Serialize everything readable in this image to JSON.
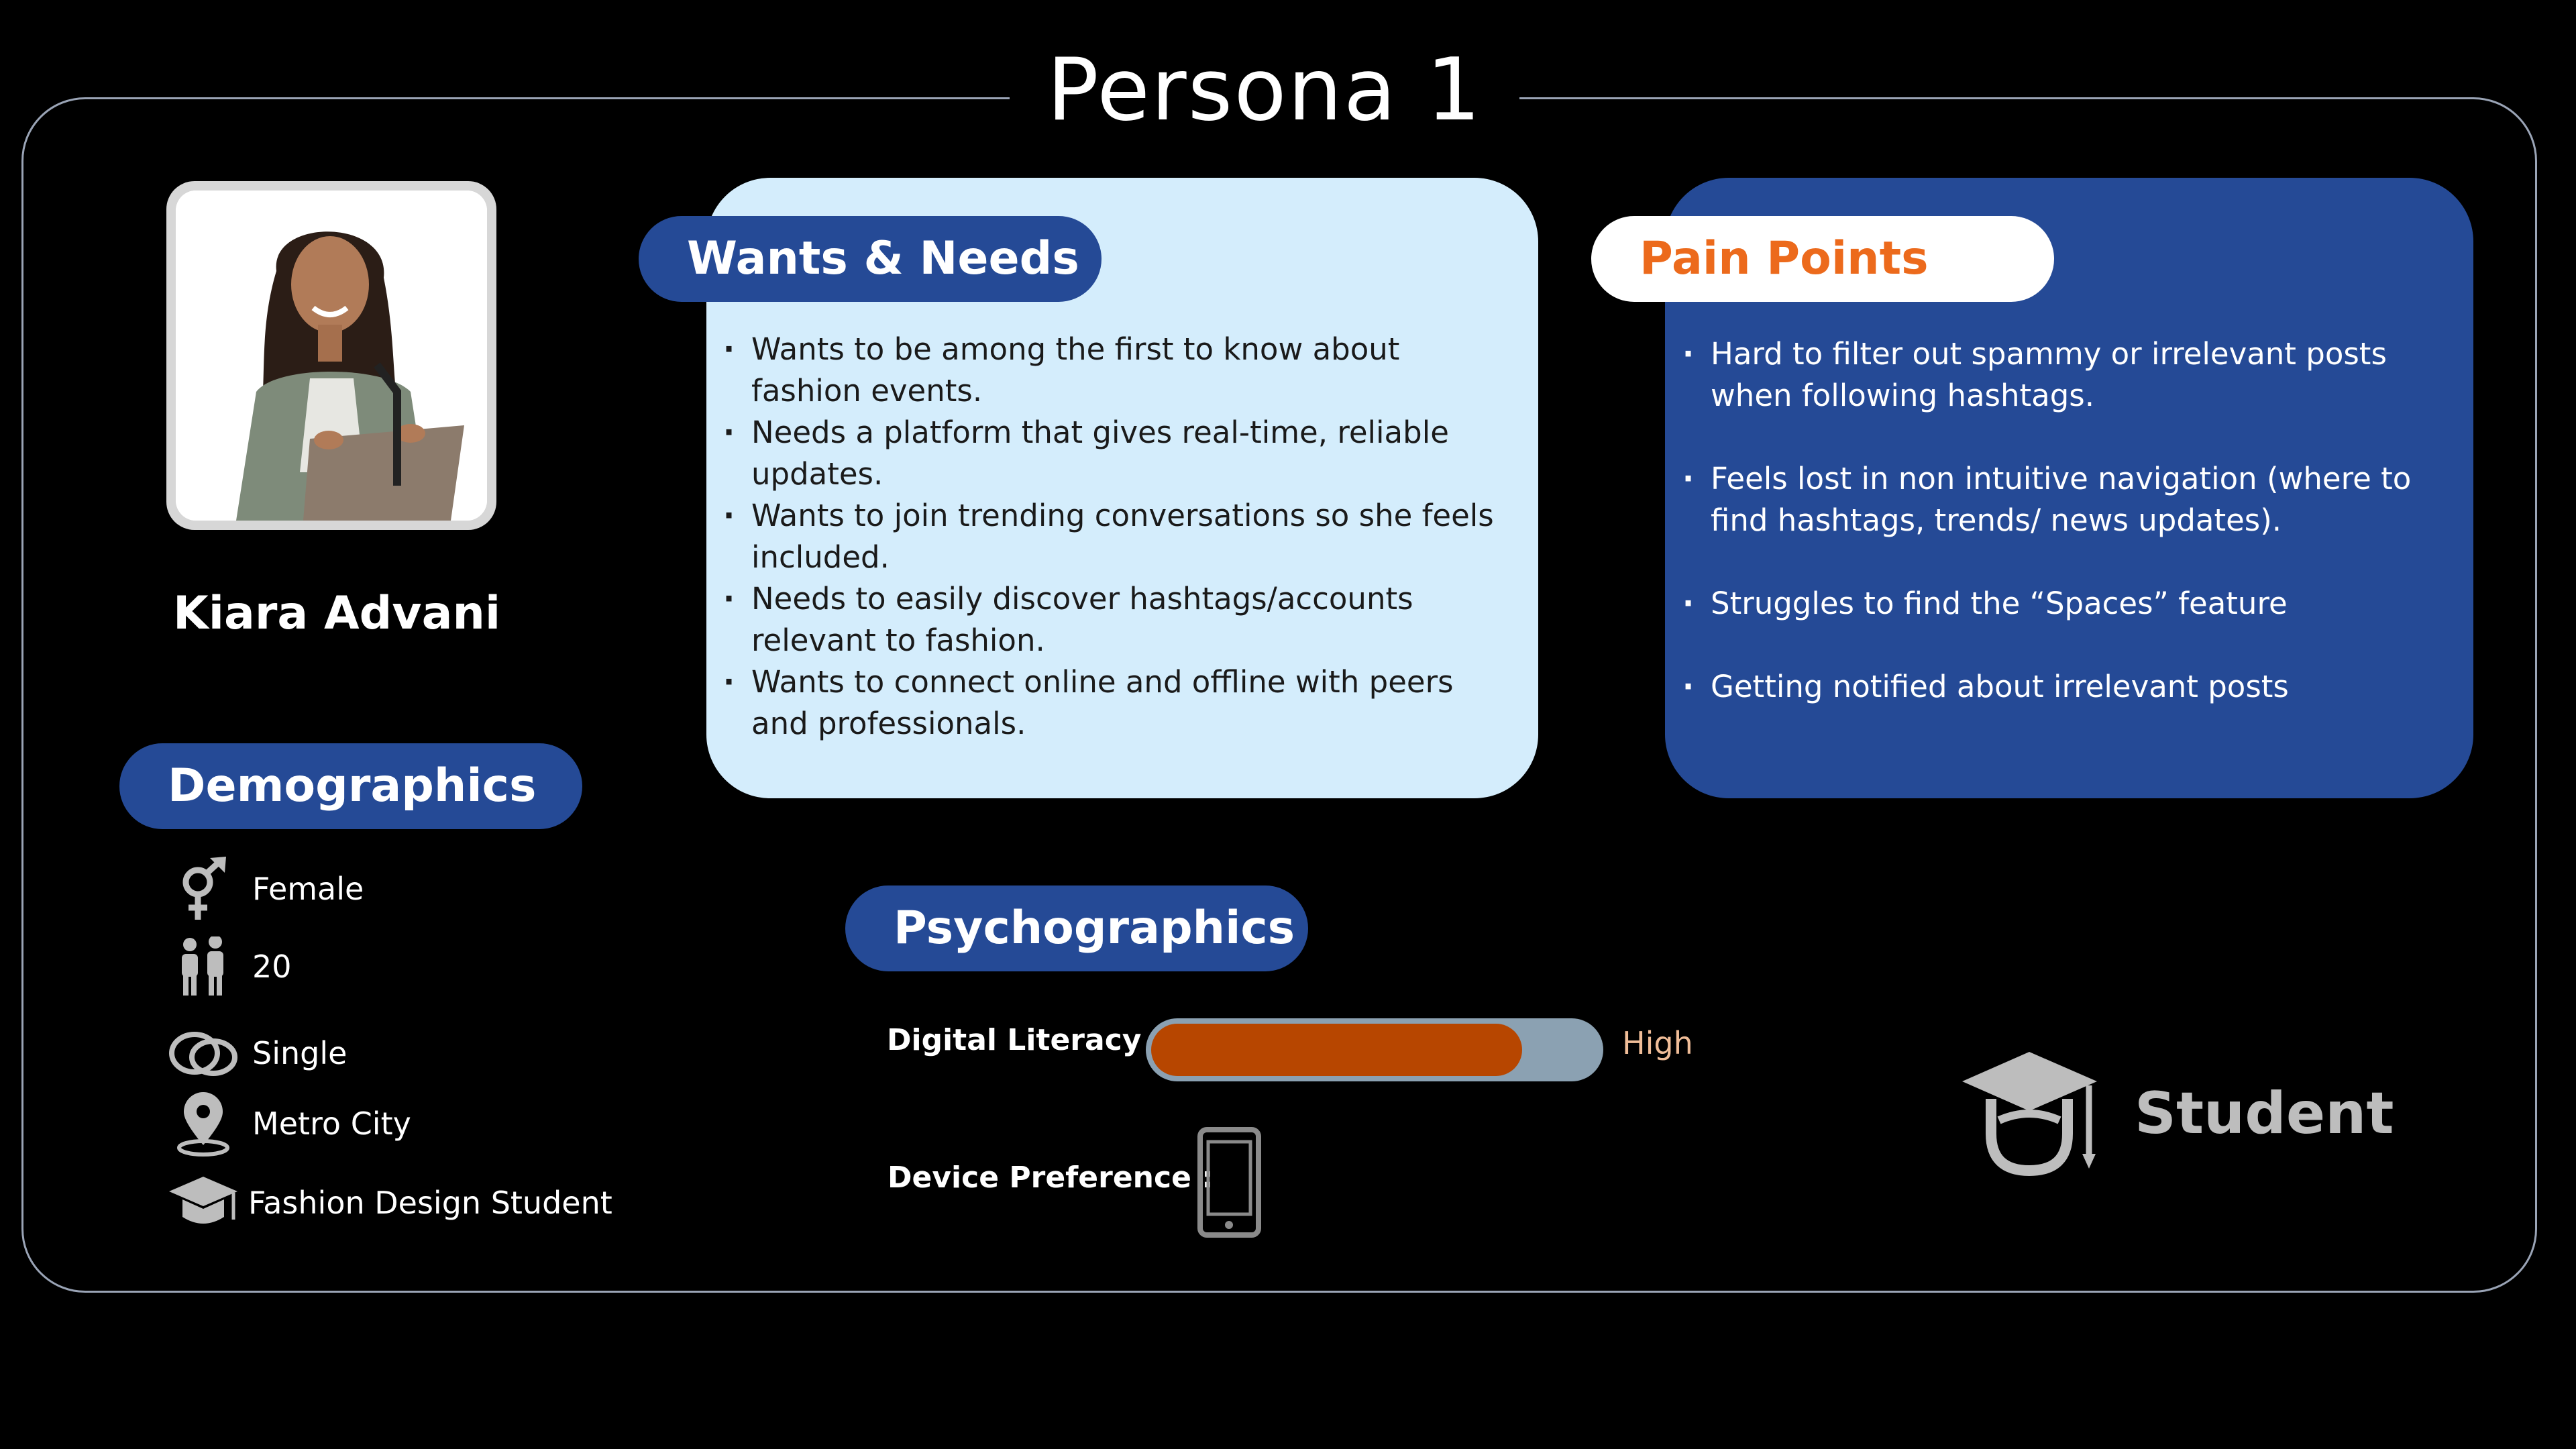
{
  "title": "Persona 1",
  "persona": {
    "name": "Kiara Advani"
  },
  "demographics": {
    "heading": "Demographics",
    "items": [
      {
        "icon": "gender-icon",
        "label": "Female"
      },
      {
        "icon": "age-icon",
        "label": "20"
      },
      {
        "icon": "rings-icon",
        "label": "Single"
      },
      {
        "icon": "location-pin-icon",
        "label": "Metro City"
      },
      {
        "icon": "graduation-cap-icon",
        "label": "Fashion Design Student"
      }
    ]
  },
  "wants_needs": {
    "heading": "Wants & Needs",
    "items": [
      "Wants to be among the first to know about fashion events.",
      "Needs a platform that gives real-time, reliable updates.",
      "Wants to join trending conversations so she feels included.",
      "Needs to easily discover hashtags/accounts relevant to fashion.",
      "Wants to connect online and offline with peers and professionals."
    ]
  },
  "pain_points": {
    "heading": "Pain Points",
    "items": [
      "Hard to filter out spammy or irrelevant posts when following hashtags.",
      "Feels lost in non intuitive navigation (where to find hashtags, trends/ news updates).",
      "Struggles to find the “Spaces” feature",
      "Getting notified about irrelevant posts"
    ]
  },
  "psychographics": {
    "heading": "Psychographics",
    "digital_literacy_label": "Digital Literacy :",
    "digital_literacy_value": "High",
    "digital_literacy_level": 0.83,
    "device_preference_label": "Device Preference :",
    "device_icon": "smartphone-icon"
  },
  "occupation": {
    "icon": "student-icon",
    "label": "Student"
  },
  "colors": {
    "background": "#000000",
    "accent_blue": "#254a96",
    "light_blue": "#d4edfc",
    "orange": "#ec6a1c",
    "literacy_fill": "#b74600",
    "literacy_track": "#8ba1b2"
  }
}
